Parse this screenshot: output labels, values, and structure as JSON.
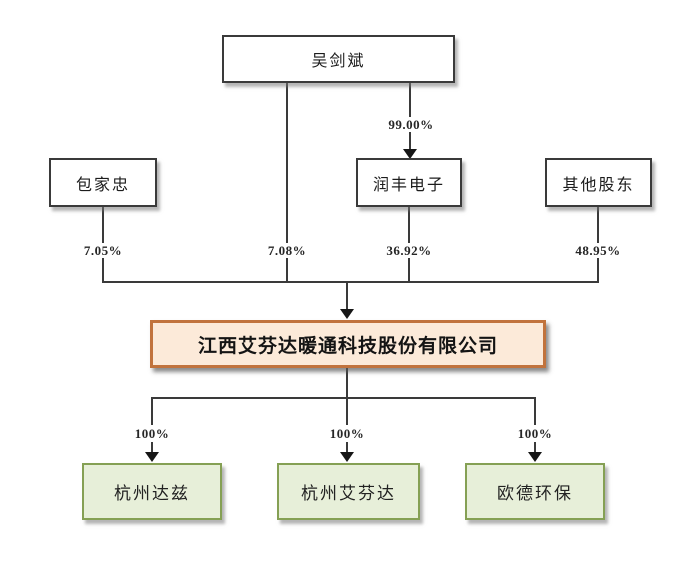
{
  "nodes": {
    "founder": "吴剑斌",
    "shareholder_left": "包家忠",
    "shareholder_mid": "润丰电子",
    "shareholder_right": "其他股东",
    "company": "江西艾芬达暖通科技股份有限公司",
    "subsidiary_1": "杭州达兹",
    "subsidiary_2": "杭州艾芬达",
    "subsidiary_3": "欧德环保"
  },
  "labels": {
    "founder_to_runfeng": "99.00%",
    "stake_1": "7.05%",
    "stake_2": "7.08%",
    "stake_3": "36.92%",
    "stake_4": "48.95%",
    "sub_stake_1": "100%",
    "sub_stake_2": "100%",
    "sub_stake_3": "100%"
  },
  "colors": {
    "line": "#3a3a3a",
    "plain_box_border": "#3a3a3a",
    "plain_box_fill": "#ffffff",
    "company_border": "#c1733d",
    "company_fill": "#fcead9",
    "subsidiary_border": "#85a054",
    "subsidiary_fill": "#e7efd9",
    "text": "#1c1c1c"
  }
}
